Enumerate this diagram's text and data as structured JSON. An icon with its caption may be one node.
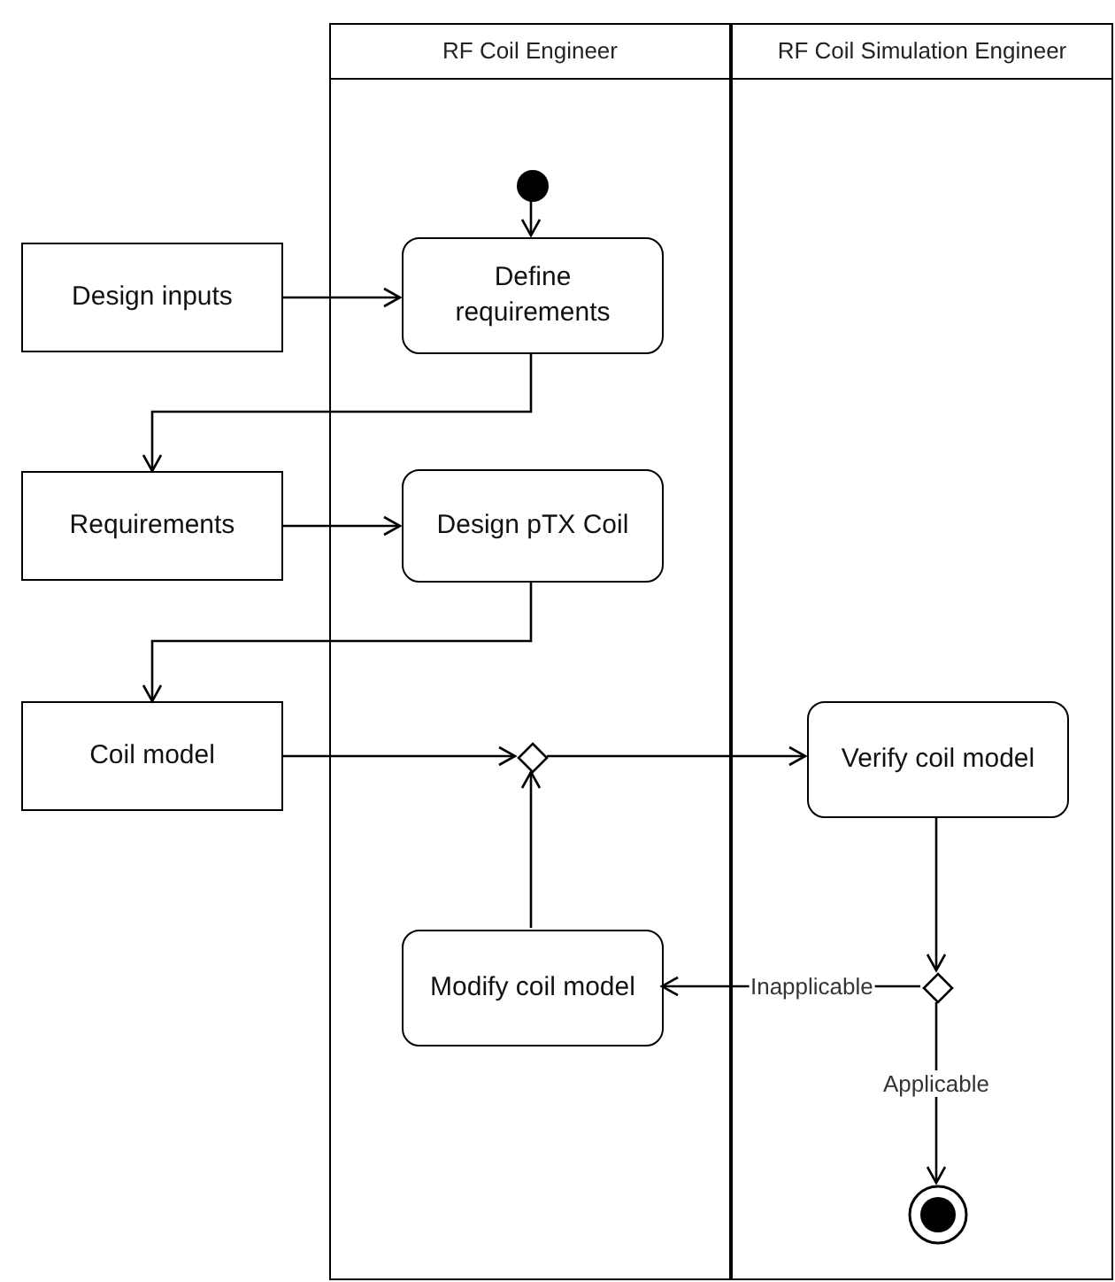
{
  "diagram": {
    "nodes": [
      {
        "text": [
          "RF Coil Engineer"
        ]
      },
      {
        "text": [
          "RF Coil Simulation Engineer"
        ]
      },
      {
        "text": [],
        "shape": "circle",
        "in": 0
      },
      {
        "text": [
          "Design inputs"
        ]
      },
      {
        "text": [
          "Define requirements"
        ],
        "in": 0
      },
      {
        "text": [
          "Requirements"
        ]
      },
      {
        "text": [
          "Design pTX Coil"
        ],
        "in": 0
      },
      {
        "text": [
          "Coil model"
        ]
      },
      {
        "text": [],
        "shape": "diamond",
        "in": 0
      },
      {
        "text": [
          "Verify coil model"
        ],
        "in": 1
      },
      {
        "text": [
          "Modify coil model"
        ],
        "in": 0
      },
      {
        "text": [],
        "shape": "diamond",
        "in": 1
      },
      {
        "text": [],
        "shape": "bullseye",
        "in": 1
      }
    ],
    "edges": [
      {
        "from": 2,
        "to": 4,
        "arrow": "to"
      },
      {
        "from": 3,
        "to": 4,
        "arrow": "to"
      },
      {
        "from": 4,
        "to": 5,
        "arrow": "to"
      },
      {
        "from": 5,
        "to": 6,
        "arrow": "to"
      },
      {
        "from": 6,
        "to": 7,
        "arrow": "to"
      },
      {
        "from": 7,
        "to": 8,
        "arrow": "to"
      },
      {
        "from": 8,
        "to": 9,
        "arrow": "to"
      },
      {
        "from": 10,
        "to": 8,
        "arrow": "to"
      },
      {
        "from": 9,
        "to": 11,
        "arrow": "to"
      },
      {
        "from": 11,
        "to": 10,
        "label": "Inapplicable",
        "arrow": "to"
      },
      {
        "from": 11,
        "to": 12,
        "label": "Applicable",
        "arrow": "to"
      }
    ]
  }
}
